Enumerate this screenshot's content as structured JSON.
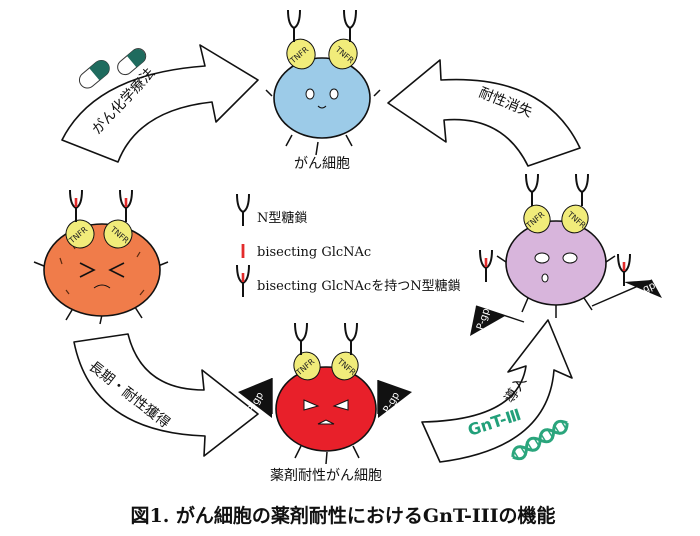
{
  "labels": {
    "cancer_cell": "がん細胞",
    "drug_resistant_cell": "薬剤耐性がん細胞",
    "chemotherapy": "がん化学療法",
    "long_term_resistance": "長期・耐性獲得",
    "resistance_loss": "耐性消失",
    "gnt_intro_suffix": "導入"
  },
  "gnt3": "GnT-Ⅲ",
  "receptor": "TNFR",
  "pump": "P-gp",
  "legend": {
    "n_glycan": "N型糖鎖",
    "bisecting": "bisecting GlcNAc",
    "bisecting_n_glycan": "bisecting GlcNAcを持つN型糖鎖"
  },
  "caption": "図1. がん細胞の薬剤耐性におけるGnT-IIIの機能",
  "colors": {
    "cancer_cell": "#9ccbe8",
    "stressed_cell": "#f07c4a",
    "resistant_cell": "#e8202a",
    "reverted_cell": "#d8b5dc",
    "receptor": "#f1ec7a",
    "dna": "#2aa57c",
    "bisect": "#e32b2b"
  }
}
